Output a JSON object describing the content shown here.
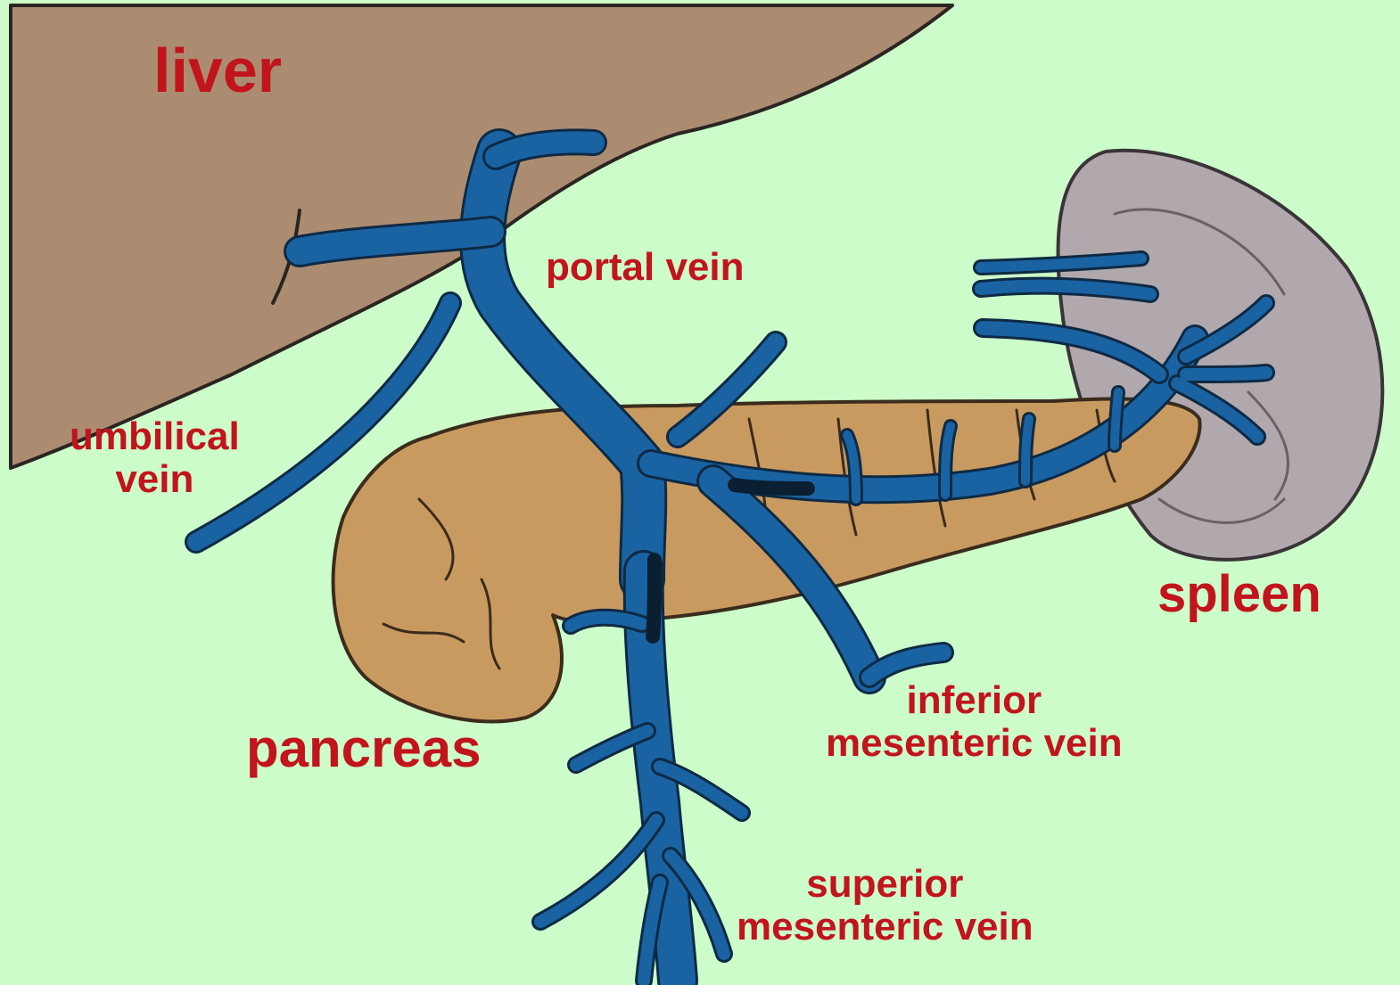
{
  "colors": {
    "background": "#ccfcc9",
    "liver": "#ac8c70",
    "pancreas": "#c99a5f",
    "spleen": "#b1a8ad",
    "vein": "#1a63a3",
    "label": "#c2141c",
    "outline": "#2a2522"
  },
  "labels": {
    "liver": "liver",
    "portal_vein": "portal vein",
    "umbilical_vein": [
      "umbilical",
      "vein"
    ],
    "spleen": "spleen",
    "inferior_mesenteric_vein": [
      "inferior",
      "mesenteric vein"
    ],
    "pancreas": "pancreas",
    "superior_mesenteric_vein": [
      "superior",
      "mesenteric vein"
    ]
  }
}
